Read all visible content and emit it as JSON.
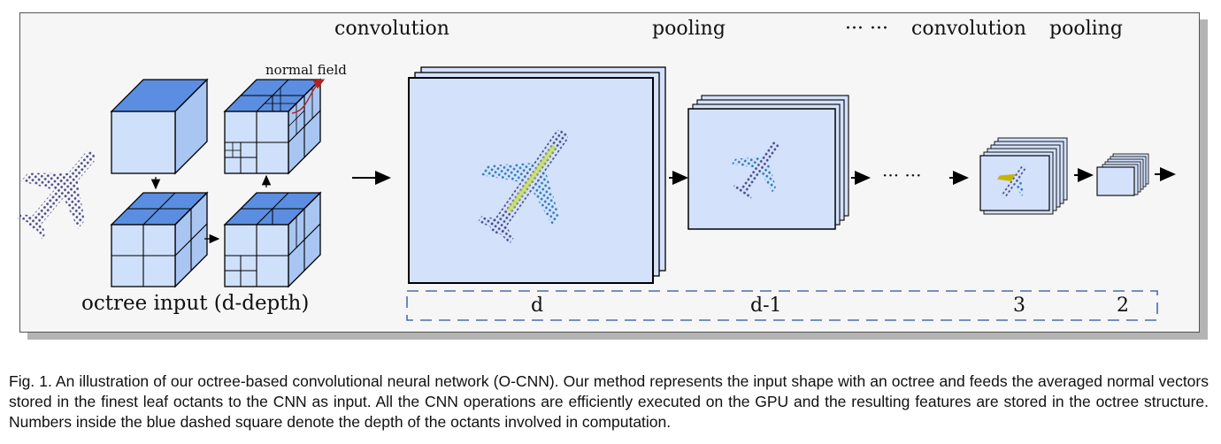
{
  "figure": {
    "stage_labels": {
      "convolution_1": "convolution",
      "pooling_1": "pooling",
      "ellipsis": "··· ···",
      "convolution_2": "convolution",
      "pooling_2": "pooling"
    },
    "normal_field_label": "normal field",
    "octree_label": "octree input (d-depth)",
    "mid_ellipsis": "··· ···",
    "depths": [
      "d",
      "d-1",
      "3",
      "2"
    ]
  },
  "colors": {
    "cube_top": "#5b8ee0",
    "cube_front": "#cfe0fb",
    "cube_side": "#a9c6f3",
    "feature_map": "#d3e1fb",
    "dashed_border": "#4a6ea8",
    "normal_arrow": "#b22222"
  },
  "caption": {
    "text": "Fig. 1.  An illustration of our octree-based convolutional neural network (O-CNN). Our method represents the input shape with an octree and feeds the averaged normal vectors stored in the finest leaf octants to the CNN as input. All the CNN operations are efficiently executed on the GPU and the resulting features are stored in the octree structure. Numbers inside the blue dashed square denote the depth of the octants involved in computation."
  }
}
